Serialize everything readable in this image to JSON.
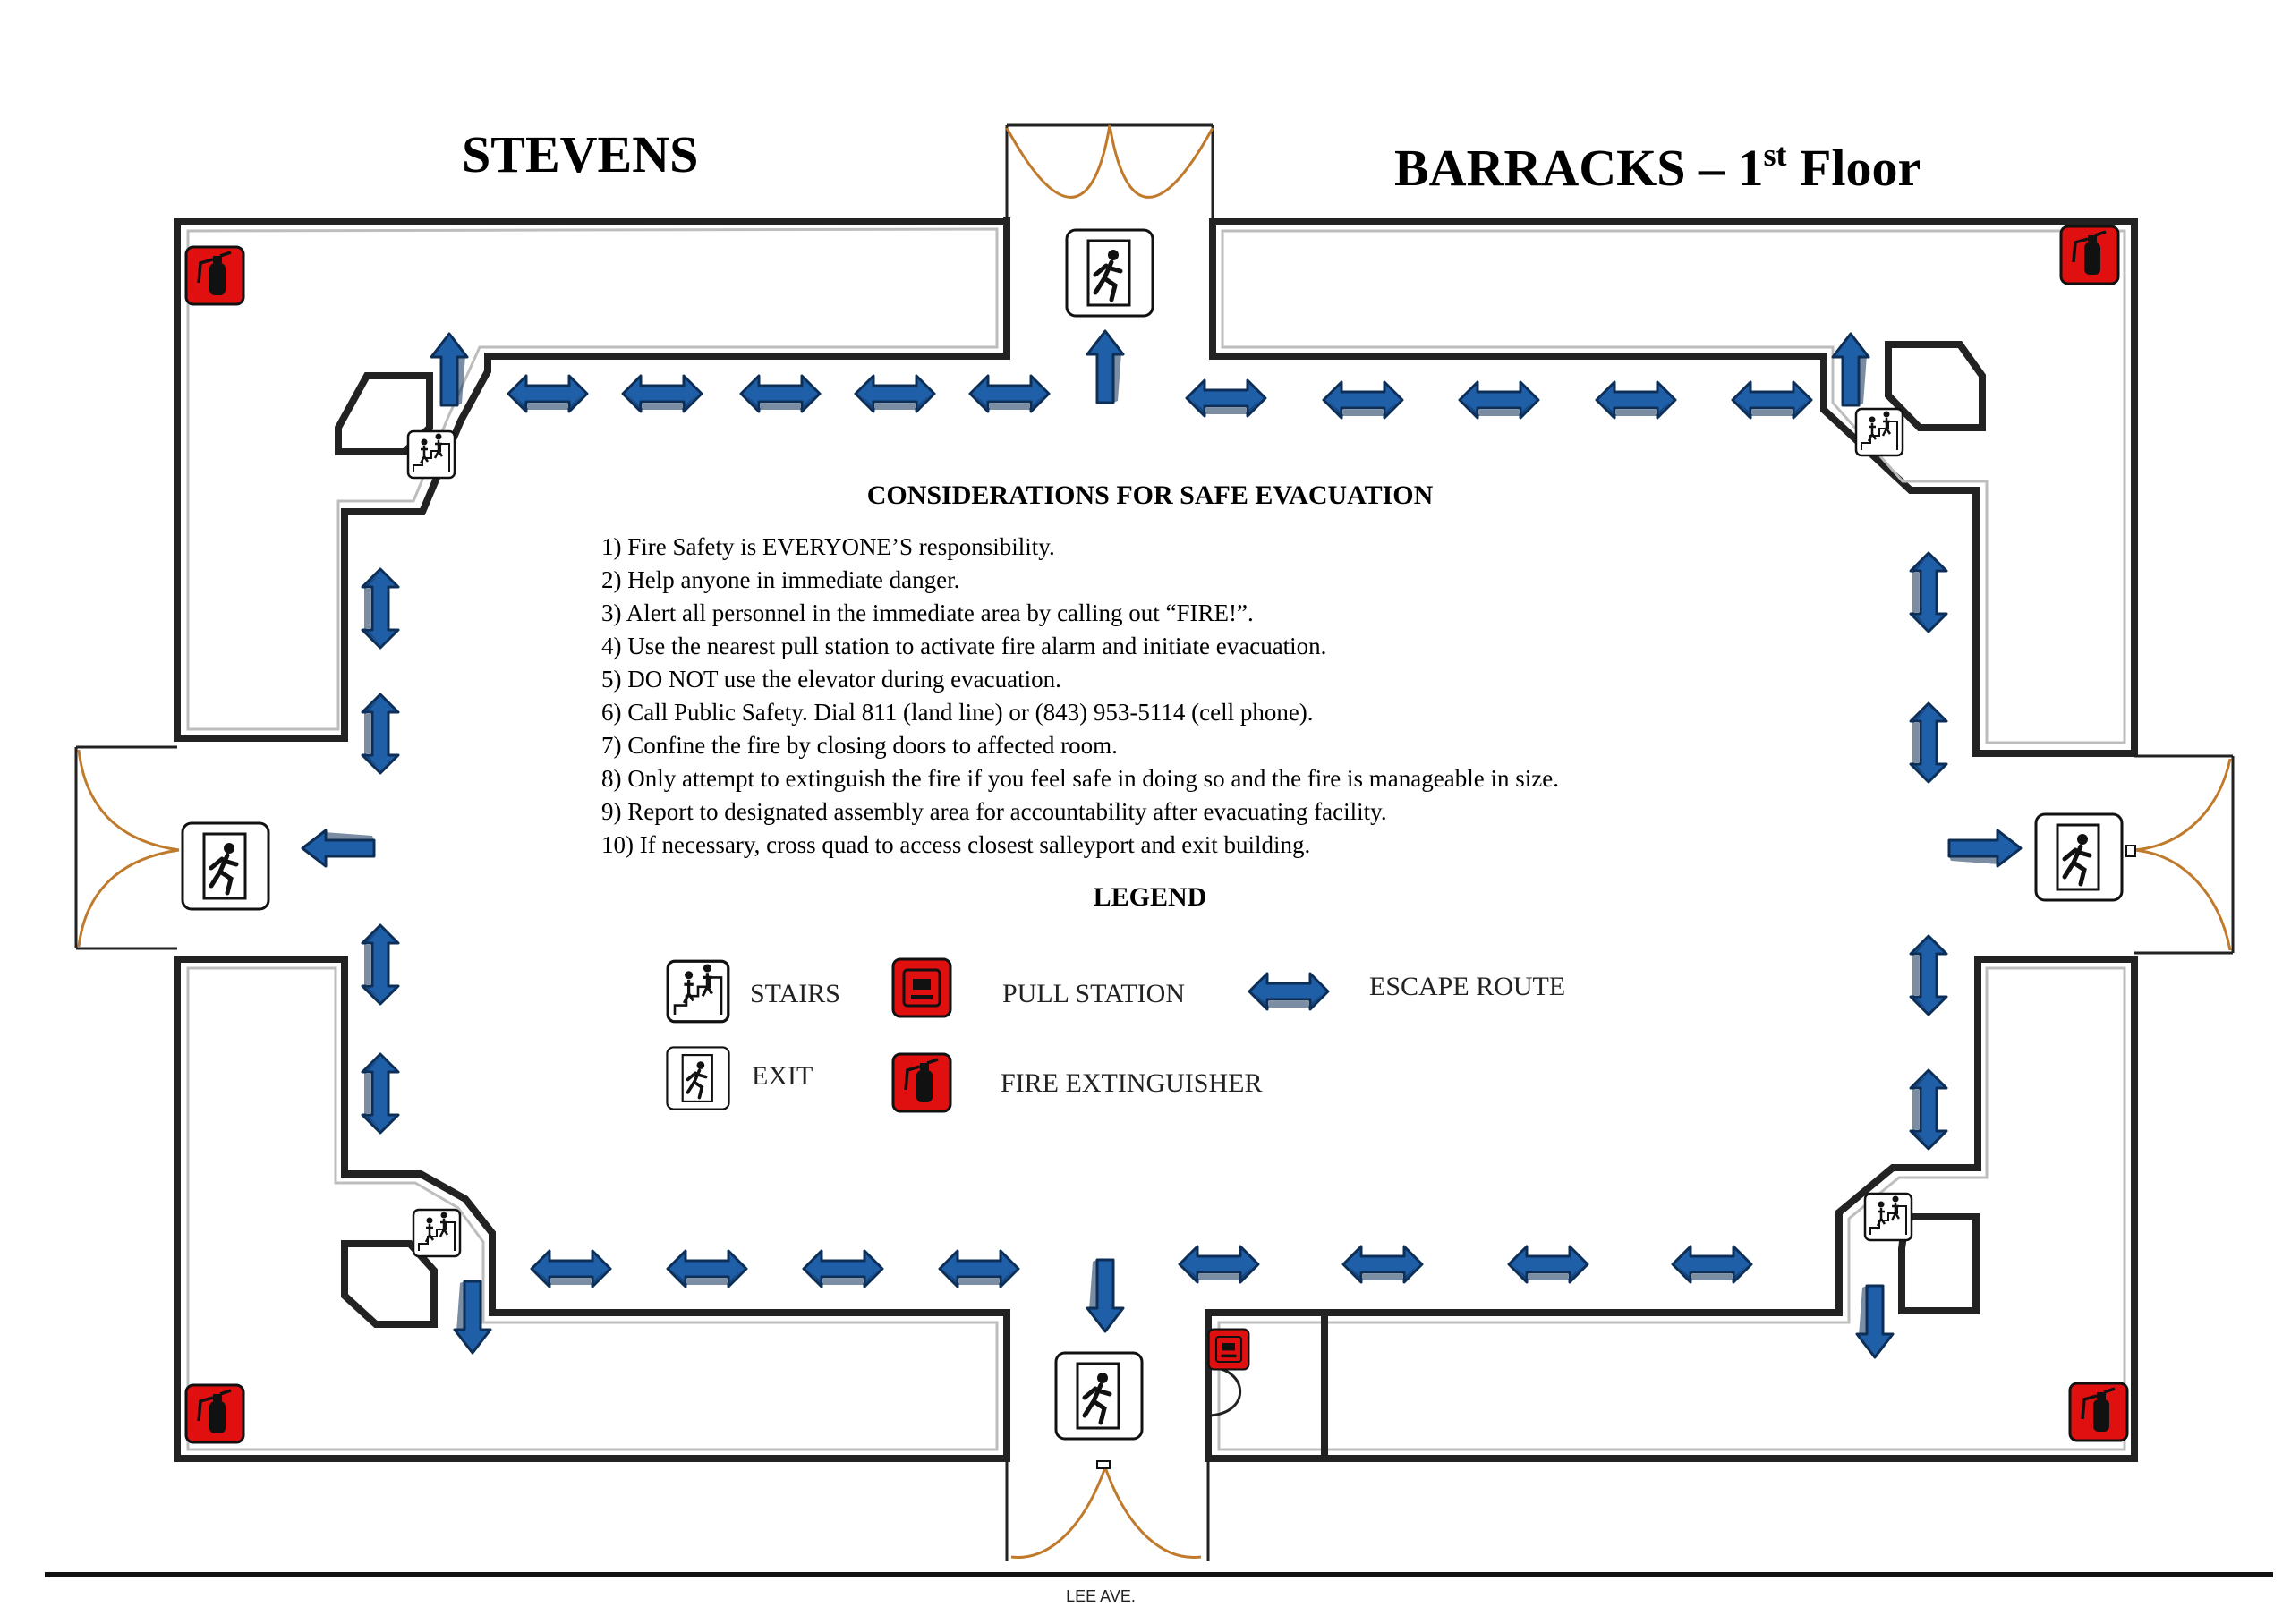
{
  "title": {
    "left": "STEVENS",
    "right_main": "BARRACKS – 1",
    "right_sup": "st",
    "right_tail": " Floor"
  },
  "considerations": {
    "heading": "CONSIDERATIONS FOR SAFE EVACUATION",
    "items": [
      "1) Fire Safety is EVERYONE’S responsibility.",
      "2) Help anyone in immediate danger.",
      "3) Alert all personnel in the immediate area by calling out “FIRE!”.",
      "4) Use the nearest pull station to activate fire alarm and initiate evacuation.",
      "5) DO NOT use the elevator during evacuation.",
      "6) Call Public Safety. Dial 811 (land line) or (843) 953-5114 (cell phone).",
      "7) Confine the fire by closing doors to affected room.",
      "8) Only attempt to extinguish the fire if you feel safe in doing so and the fire is manageable in size.",
      "9) Report to designated assembly area for accountability after evacuating facility.",
      "10) If necessary, cross quad to access closest salleyport and exit building."
    ]
  },
  "legend": {
    "heading": "LEGEND",
    "stairs": "STAIRS",
    "exit": "EXIT",
    "pull_station": "PULL STATION",
    "fire_extinguisher": "FIRE EXTINGUISHER",
    "escape_route": "ESCAPE ROUTE"
  },
  "street": "LEE AVE.",
  "colors": {
    "arrow_fill": "#1f5fa8",
    "arrow_stroke": "#0d2f57",
    "safety_red": "#e01010",
    "wall": "#222222",
    "door_swing": "#c07a2c"
  },
  "icons": {
    "exit": "running-man-exit-icon",
    "stairs": "stairs-icon",
    "pull_station": "pull-station-icon",
    "fire_extinguisher": "fire-extinguisher-icon",
    "escape_route": "double-arrow-icon"
  }
}
